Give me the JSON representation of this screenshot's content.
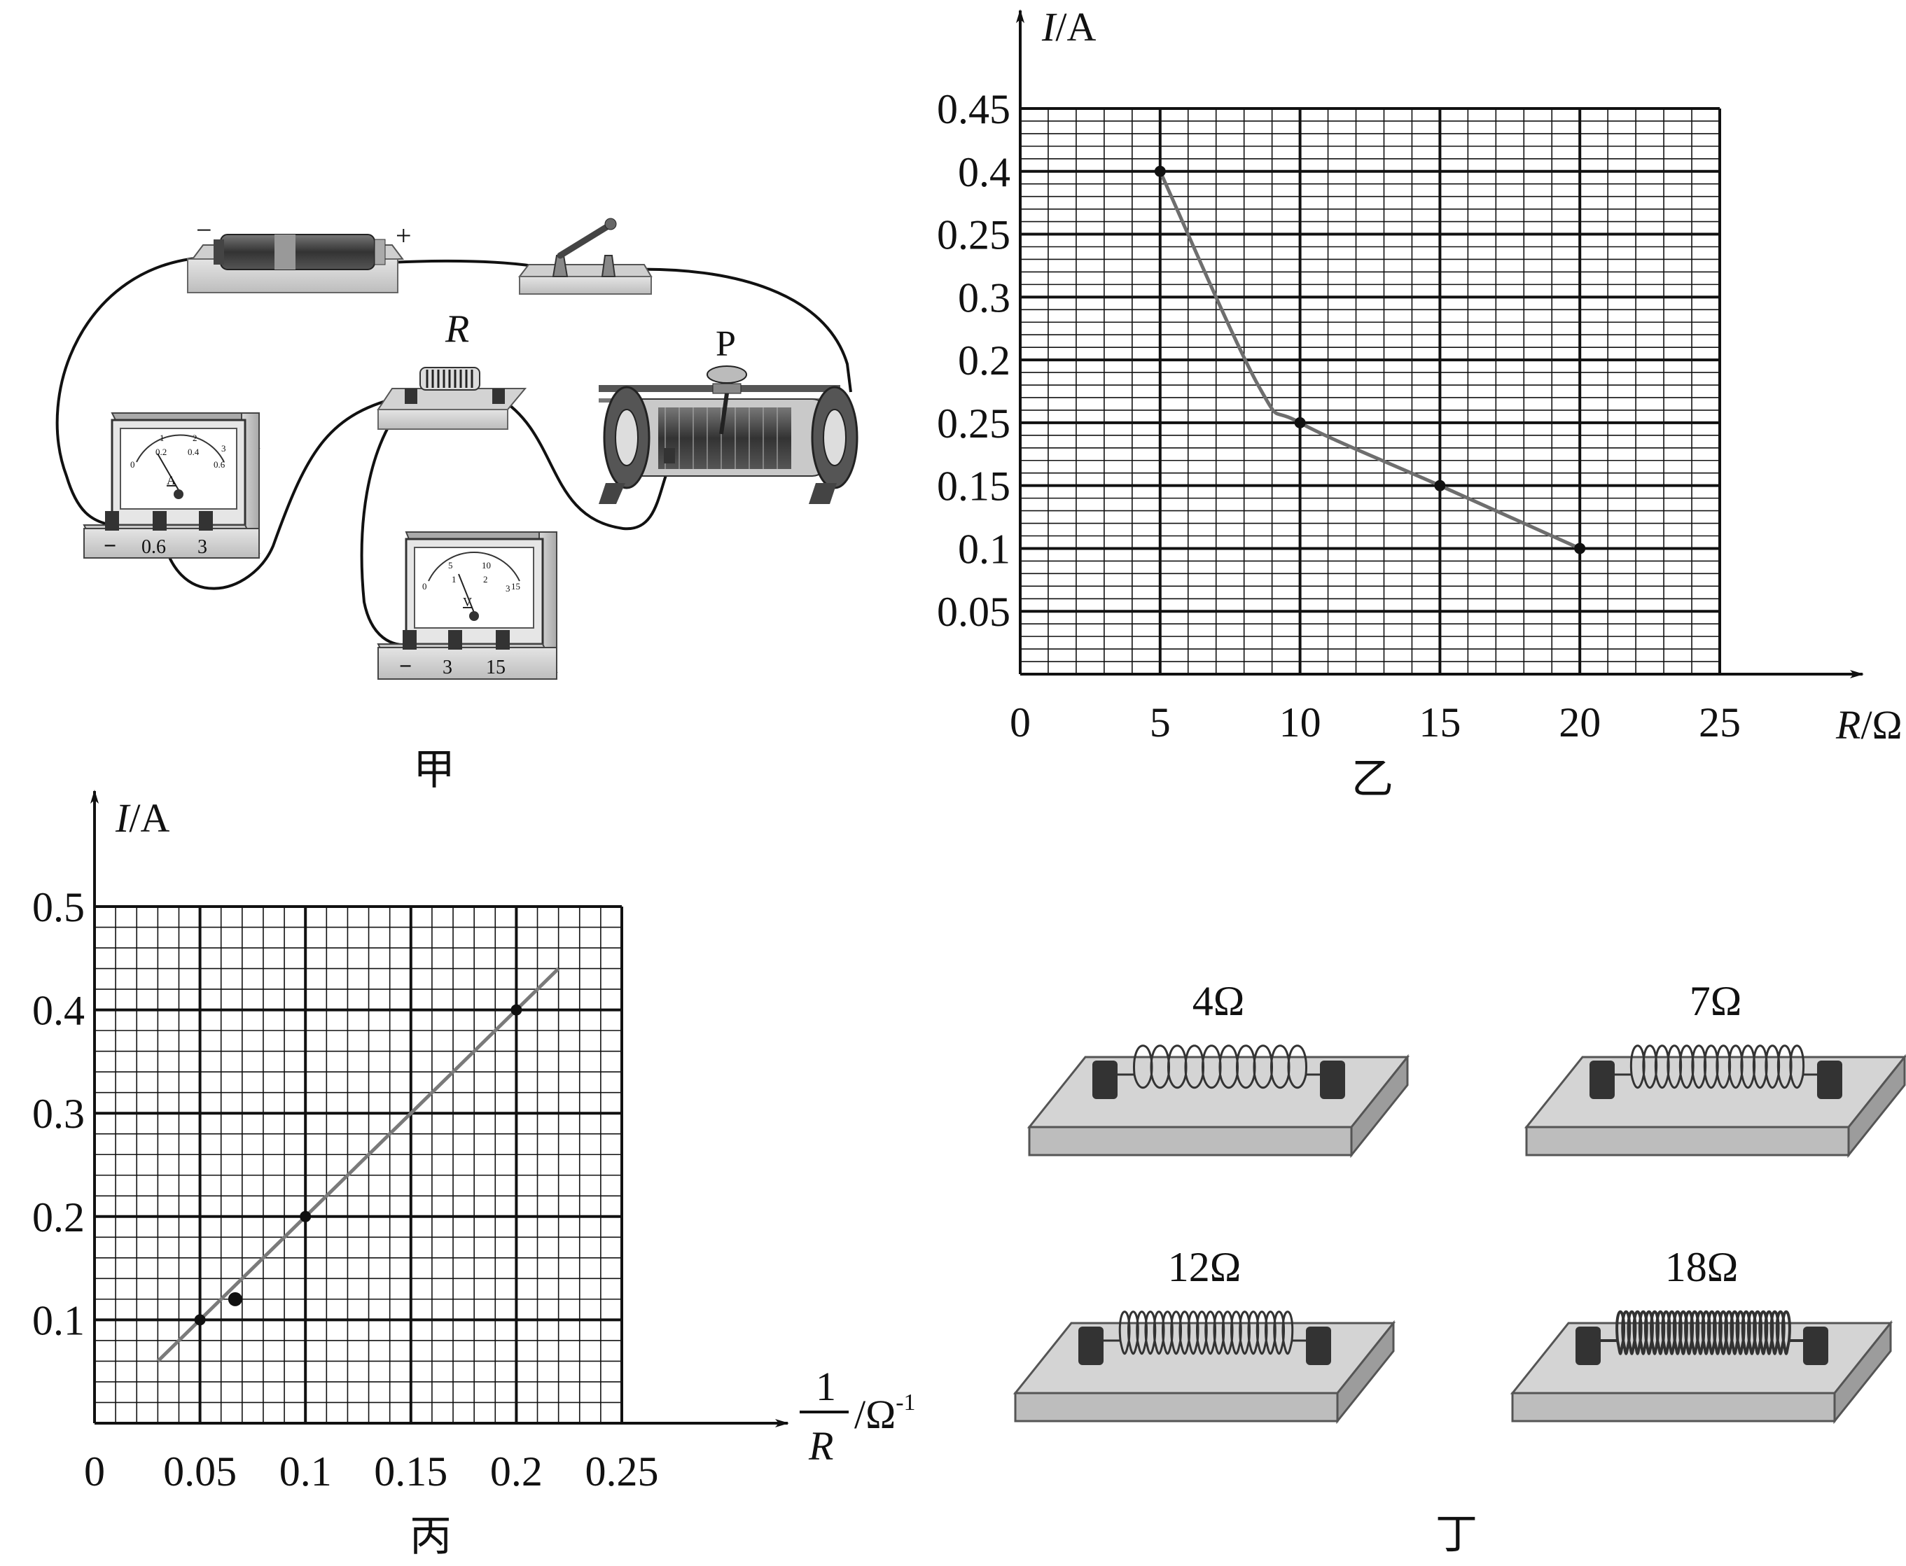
{
  "panels": {
    "jia": {
      "caption": "甲",
      "battery": {
        "minus": "−",
        "plus": "+"
      },
      "resistor_label": "R",
      "slider_label": "P",
      "ammeter": {
        "unit": "A",
        "neg": "−",
        "t1": "0.6",
        "t2": "3",
        "scale": [
          "0",
          "0.2",
          "0.4",
          "0.6",
          "1",
          "2",
          "3"
        ]
      },
      "voltmeter": {
        "unit": "V",
        "neg": "−",
        "t1": "3",
        "t2": "15",
        "scale": [
          "0",
          "5",
          "10",
          "15",
          "1",
          "2",
          "3"
        ]
      }
    },
    "yi": {
      "caption": "乙"
    },
    "bing": {
      "caption": "丙"
    },
    "ding": {
      "caption": "丁",
      "resistors": [
        {
          "label": "4Ω",
          "turns": 10
        },
        {
          "label": "7Ω",
          "turns": 14
        },
        {
          "label": "12Ω",
          "turns": 20
        },
        {
          "label": "18Ω",
          "turns": 30
        }
      ]
    }
  },
  "chart_data": [
    {
      "type": "line",
      "ylabel_italic": "I",
      "ylabel_unit": "/A",
      "xlabel_italic": "R",
      "xlabel_unit": "/Ω",
      "x_ticks": [
        "0",
        "5",
        "10",
        "15",
        "20",
        "25"
      ],
      "y_ticks": [
        "0.05",
        "0.1",
        "0.15",
        "0.25",
        "0.2",
        "0.3",
        "0.25",
        "0.4",
        "0.45"
      ],
      "xlim": [
        0,
        25
      ],
      "ylim": [
        0,
        0.45
      ],
      "grid": true,
      "series": [
        {
          "x": [
            5,
            10,
            15,
            20
          ],
          "y": [
            0.4,
            0.2,
            0.15,
            0.1
          ]
        }
      ],
      "curve_through": [
        [
          5,
          0.4
        ],
        [
          8.5,
          0.23
        ],
        [
          10,
          0.2
        ],
        [
          15,
          0.15
        ],
        [
          20,
          0.1
        ]
      ]
    },
    {
      "type": "scatter",
      "ylabel_italic": "I",
      "ylabel_unit": "/A",
      "xlabel_num": "1",
      "xlabel_den": "R",
      "xlabel_unit": "/Ω",
      "xlabel_exp": "-1",
      "x_ticks": [
        "0",
        "0.05",
        "0.1",
        "0.15",
        "0.2",
        "0.25"
      ],
      "y_ticks": [
        "0.1",
        "0.2",
        "0.3",
        "0.4",
        "0.5"
      ],
      "xlim": [
        0,
        0.25
      ],
      "ylim": [
        0,
        0.5
      ],
      "grid": true,
      "series": [
        {
          "x": [
            0.05,
            0.0667,
            0.1,
            0.2
          ],
          "y": [
            0.1,
            0.12,
            0.2,
            0.4
          ]
        }
      ],
      "fit_line": {
        "x": [
          0.03,
          0.22
        ],
        "y": [
          0.06,
          0.44
        ]
      }
    }
  ]
}
